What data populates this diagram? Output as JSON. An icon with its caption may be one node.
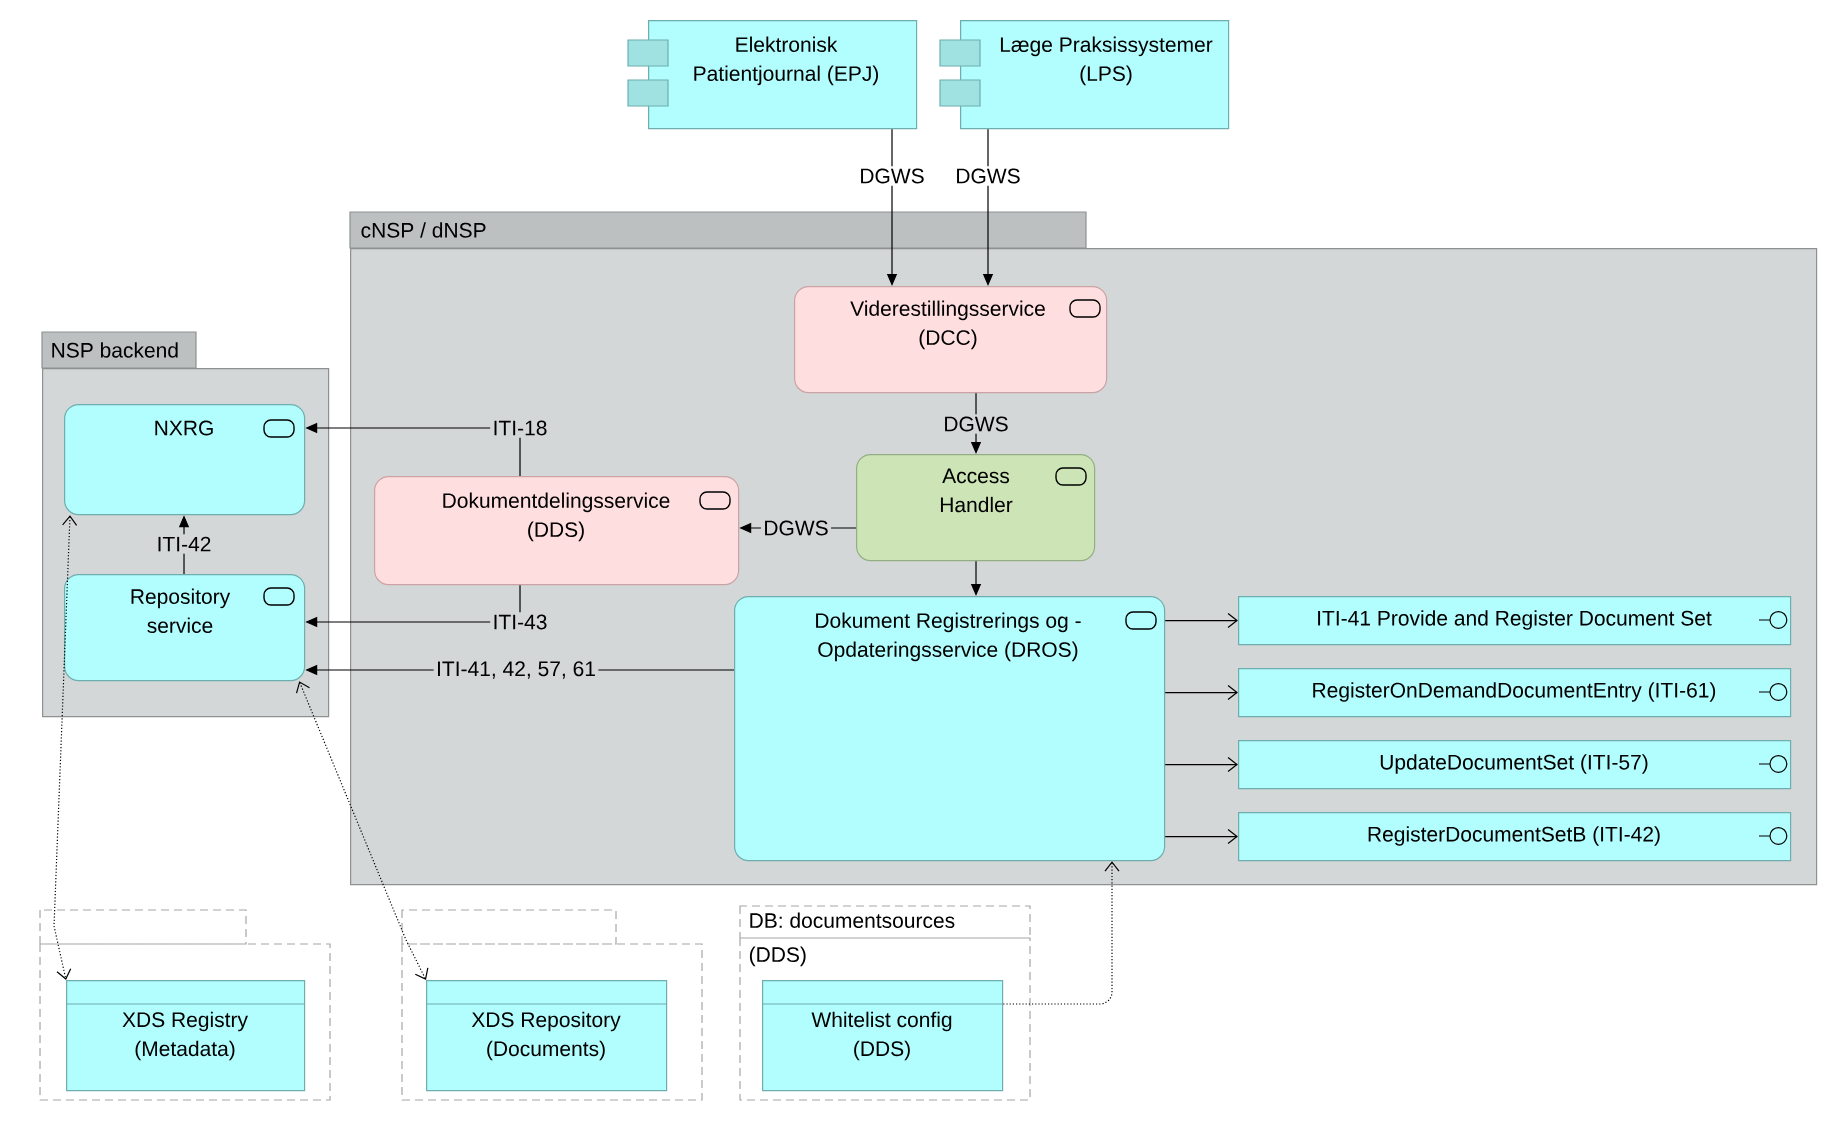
{
  "diagram": {
    "nodes": [
      {
        "text": [
          "Elektronisk Patientjournal (EPJ)"
        ]
      },
      {
        "text": [
          "Læge Praksissystemer (LPS)"
        ]
      },
      {
        "text": [
          "cNSP / dNSP"
        ]
      },
      {
        "text": [
          "Viderestillingsservice (DCC)"
        ],
        "in": 2
      },
      {
        "text": [
          "Access Handler"
        ],
        "in": 2
      },
      {
        "text": [
          "Dokumentdelingsservice (DDS)"
        ],
        "in": 2
      },
      {
        "text": [
          "Dokument Registrerings og - Opdateringsservice (DROS)"
        ],
        "in": 2
      },
      {
        "text": [
          "ITI-41 Provide and Register Document Set"
        ],
        "in": 2
      },
      {
        "text": [
          "RegisterOnDemandDocumentEntry (ITI-61)"
        ],
        "in": 2
      },
      {
        "text": [
          "UpdateDocumentSet (ITI-57)"
        ],
        "in": 2
      },
      {
        "text": [
          "RegisterDocumentSetB (ITI-42)"
        ],
        "in": 2
      },
      {
        "text": [
          "NSP backend"
        ]
      },
      {
        "text": [
          "NXRG"
        ],
        "in": 11
      },
      {
        "text": [
          "Repository service"
        ],
        "in": 11
      },
      {
        "text": [],
        "shape": "box"
      },
      {
        "text": [
          "XDS Registry (Metadata)"
        ],
        "in": 14
      },
      {
        "text": [],
        "shape": "box"
      },
      {
        "text": [
          "XDS Repository (Documents)"
        ],
        "in": 16
      },
      {
        "text": [
          "DB: documentsources (DDS)"
        ]
      },
      {
        "text": [
          "Whitelist config (DDS)"
        ],
        "in": 18
      }
    ],
    "edges": [
      {
        "from": 0,
        "to": 3,
        "arrow": "to",
        "label": "DGWS"
      },
      {
        "from": 1,
        "to": 3,
        "arrow": "to",
        "label": "DGWS"
      },
      {
        "from": 3,
        "to": 4,
        "arrow": "to",
        "label": "DGWS"
      },
      {
        "from": 4,
        "to": 5,
        "arrow": "to",
        "label": "DGWS"
      },
      {
        "from": 4,
        "to": 6,
        "arrow": "to"
      },
      {
        "from": 5,
        "to": 12,
        "arrow": "to",
        "label": "ITI-18"
      },
      {
        "from": 5,
        "to": 13,
        "arrow": "to",
        "label": "ITI-43"
      },
      {
        "from": 6,
        "to": 13,
        "arrow": "to",
        "label": "ITI-41, 42, 57, 61"
      },
      {
        "from": 13,
        "to": 12,
        "arrow": "to",
        "label": "ITI-42"
      },
      {
        "from": 6,
        "to": 7,
        "arrow": "to"
      },
      {
        "from": 6,
        "to": 8,
        "arrow": "to"
      },
      {
        "from": 6,
        "to": 9,
        "arrow": "to"
      },
      {
        "from": 6,
        "to": 10,
        "arrow": "to"
      },
      {
        "from": 12,
        "to": 15,
        "arrow": "both",
        "style": "dashed"
      },
      {
        "from": 13,
        "to": 17,
        "arrow": "both",
        "style": "dashed"
      },
      {
        "from": 19,
        "to": 6,
        "arrow": "to",
        "style": "dashed"
      }
    ]
  }
}
